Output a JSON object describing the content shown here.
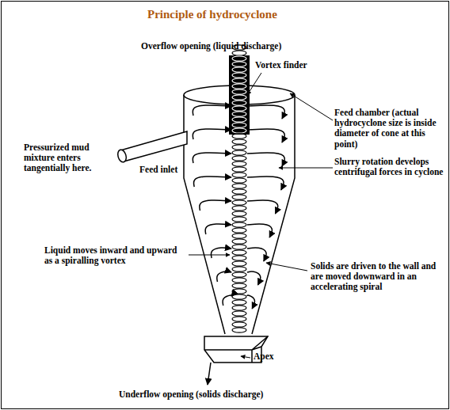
{
  "diagram": {
    "title": "Principle of hydrocyclone",
    "labels": [
      "Overflow opening (liquid discharge)",
      "Vortex finder",
      "Feed chamber (actual hydrocyclone size is inside diameter of cone at this point)",
      "Pressurized mud mixture enters tangentially here.",
      "Feed inlet",
      "Slurry rotation develops centrifugal forces in cyclone",
      "Liquid moves inward and upward as a spiralling vortex",
      "Solids are driven to the wall and are moved downward in an accelerating spiral",
      "Apex",
      "Underflow opening (solids discharge)"
    ]
  }
}
